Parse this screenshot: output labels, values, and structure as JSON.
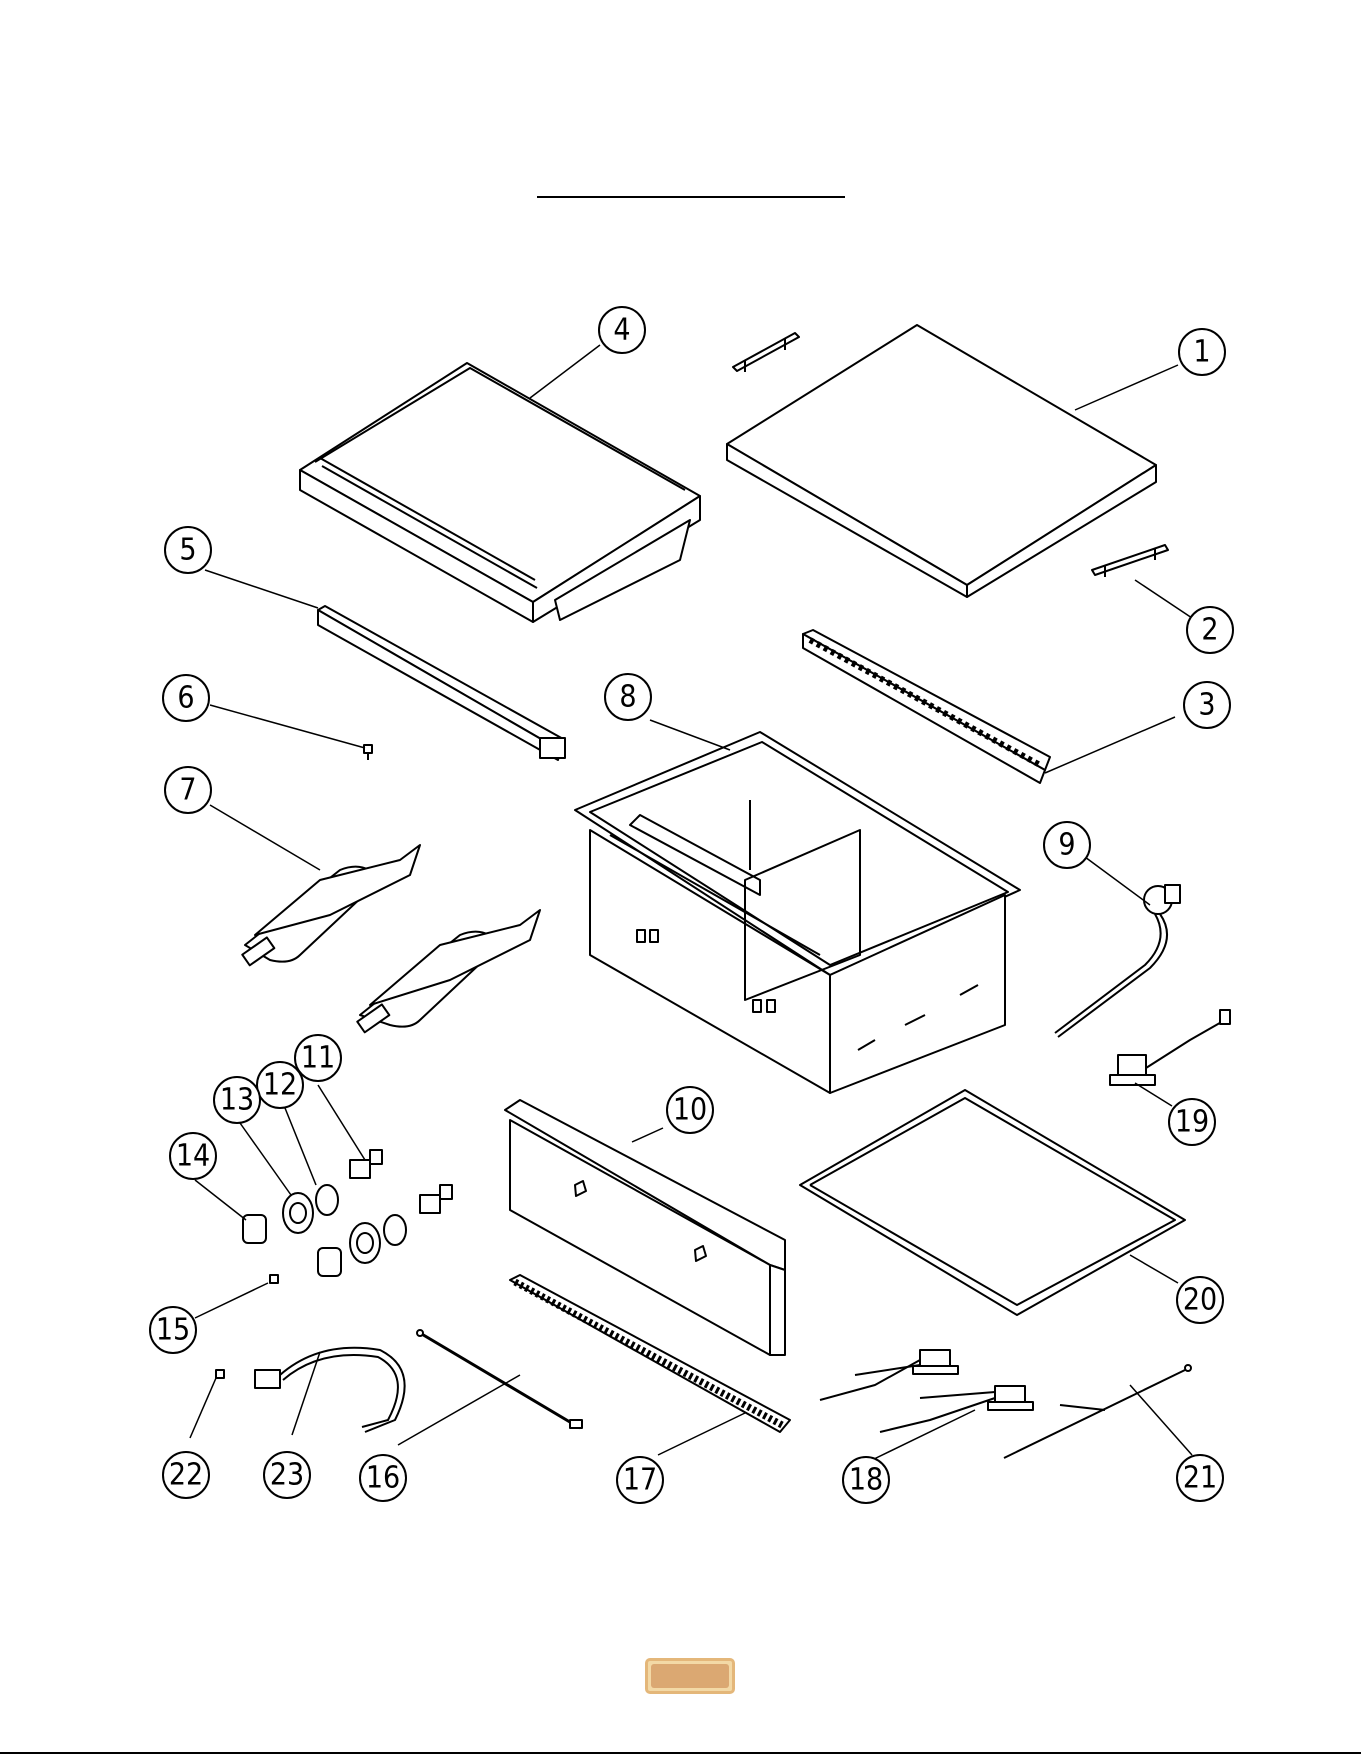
{
  "diagram": {
    "title_rule": true,
    "stroke_color": "#000000",
    "callouts": [
      {
        "label": "1",
        "part": "cover"
      },
      {
        "label": "2",
        "part": "handle"
      },
      {
        "label": "3",
        "part": "grate-strip"
      },
      {
        "label": "4",
        "part": "griddle-plate"
      },
      {
        "label": "5",
        "part": "grease-trough"
      },
      {
        "label": "6",
        "part": "screw"
      },
      {
        "label": "7",
        "part": "burners"
      },
      {
        "label": "8",
        "part": "firebox"
      },
      {
        "label": "9",
        "part": "regulator"
      },
      {
        "label": "10",
        "part": "control-panel"
      },
      {
        "label": "11",
        "part": "valve"
      },
      {
        "label": "12",
        "part": "bezel"
      },
      {
        "label": "13",
        "part": "knob-ring"
      },
      {
        "label": "14",
        "part": "knob"
      },
      {
        "label": "15",
        "part": "screw"
      },
      {
        "label": "16",
        "part": "manifold"
      },
      {
        "label": "17",
        "part": "front-grate"
      },
      {
        "label": "18",
        "part": "igniter-module"
      },
      {
        "label": "19",
        "part": "transformer"
      },
      {
        "label": "20",
        "part": "drip-tray"
      },
      {
        "label": "21",
        "part": "wire"
      },
      {
        "label": "22",
        "part": "screw"
      },
      {
        "label": "23",
        "part": "gas-hose"
      }
    ]
  },
  "page_badge": {
    "color": "#dba872",
    "border": "#e4b77a"
  }
}
